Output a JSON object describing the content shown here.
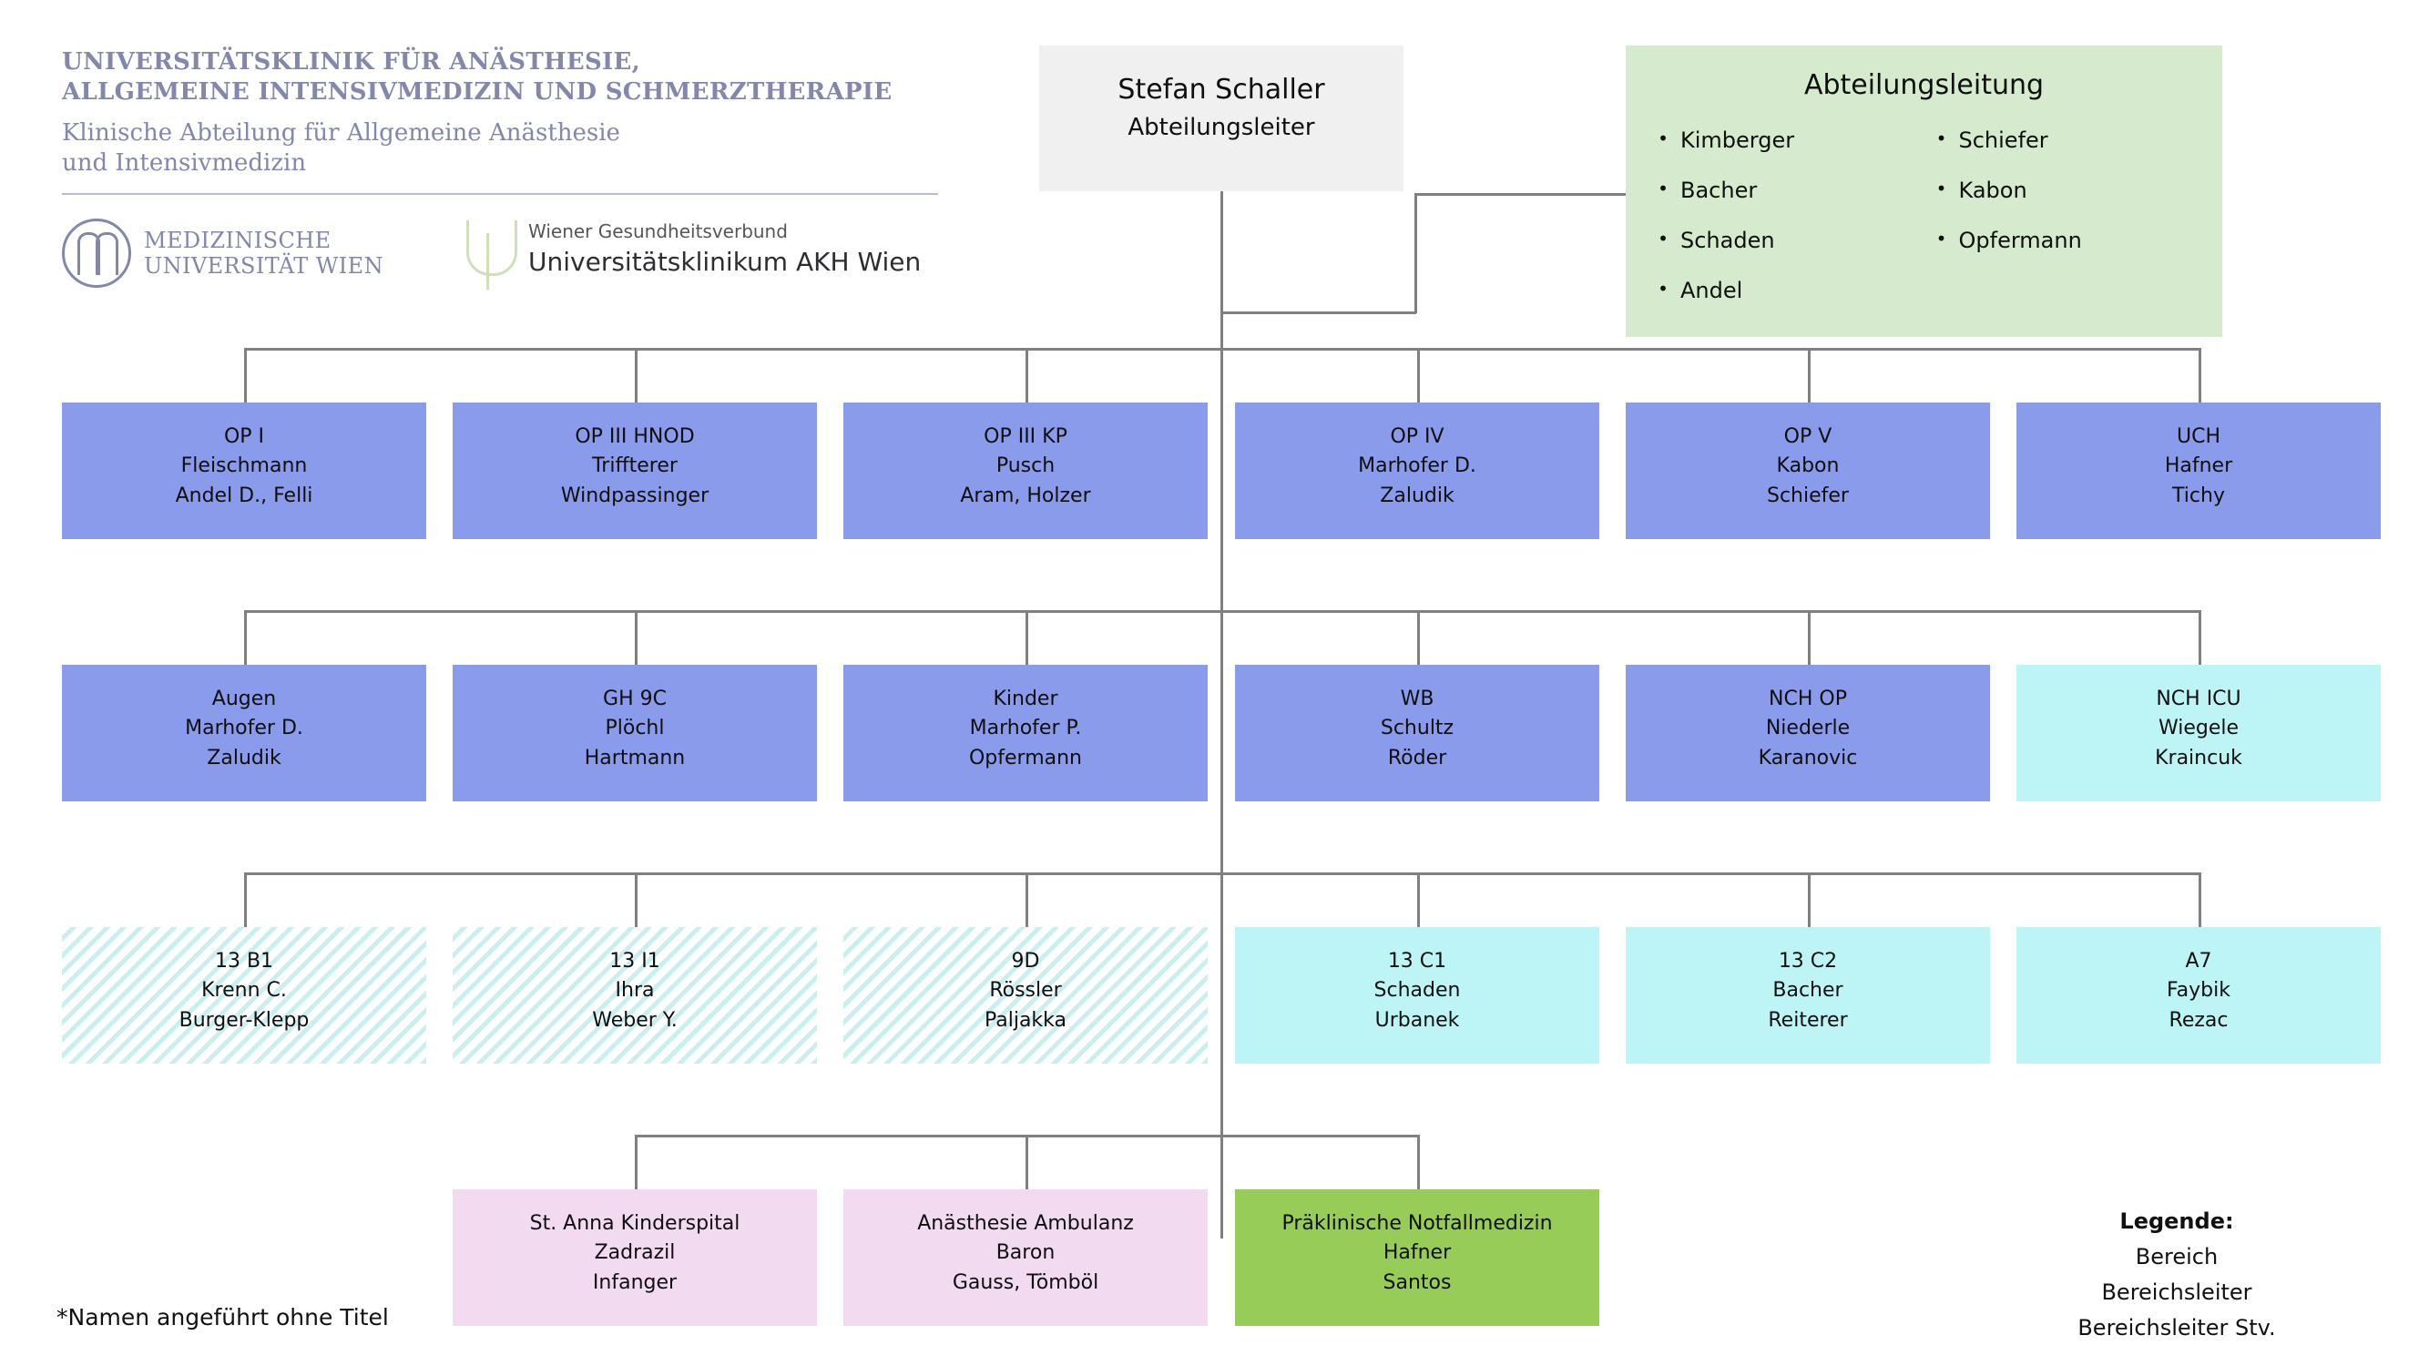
{
  "header": {
    "title_line1": "UNIVERSITÄTSKLINIK FÜR ANÄSTHESIE,",
    "title_line2": "ALLGEMEINE INTENSIVMEDIZIN UND SCHMERZTHERAPIE",
    "subtitle_line1": "Klinische Abteilung für Allgemeine Anästhesie",
    "subtitle_line2": "und Intensivmedizin",
    "logo_med_line1": "MEDIZINISCHE",
    "logo_med_line2": "UNIVERSITÄT WIEN",
    "logo_akh_line1": "Wiener Gesundheitsverbund",
    "logo_akh_line2": "Universitätsklinikum AKH Wien"
  },
  "root": {
    "name": "Stefan Schaller",
    "role": "Abteilungsleiter"
  },
  "leadership": {
    "title": "Abteilungsleitung",
    "bullet": "•",
    "column_left": [
      "Kimberger",
      "Bacher",
      "Schaden",
      "Andel"
    ],
    "column_right": [
      "Schiefer",
      "Kabon",
      "Opfermann"
    ]
  },
  "rows": [
    {
      "nodes": [
        {
          "area": "OP I",
          "leader": "Fleischmann",
          "deputy": "Andel D., Felli"
        },
        {
          "area": "OP III HNOD",
          "leader": "Triffterer",
          "deputy": "Windpassinger"
        },
        {
          "area": "OP III KP",
          "leader": "Pusch",
          "deputy": "Aram, Holzer"
        },
        {
          "area": "OP IV",
          "leader": "Marhofer D.",
          "deputy": "Zaludik"
        },
        {
          "area": "OP V",
          "leader": "Kabon",
          "deputy": "Schiefer"
        },
        {
          "area": "UCH",
          "leader": "Hafner",
          "deputy": "Tichy"
        }
      ]
    },
    {
      "nodes": [
        {
          "area": "Augen",
          "leader": "Marhofer D.",
          "deputy": "Zaludik"
        },
        {
          "area": "GH 9C",
          "leader": "Plöchl",
          "deputy": "Hartmann"
        },
        {
          "area": "Kinder",
          "leader": "Marhofer P.",
          "deputy": "Opfermann"
        },
        {
          "area": "WB",
          "leader": "Schultz",
          "deputy": "Röder"
        },
        {
          "area": "NCH OP",
          "leader": "Niederle",
          "deputy": "Karanovic"
        },
        {
          "area": "NCH ICU",
          "leader": "Wiegele",
          "deputy": "Kraincuk"
        }
      ]
    },
    {
      "nodes": [
        {
          "area": "13 B1",
          "leader": "Krenn C.",
          "deputy": "Burger-Klepp"
        },
        {
          "area": "13 I1",
          "leader": "Ihra",
          "deputy": "Weber Y."
        },
        {
          "area": "9D",
          "leader": "Rössler",
          "deputy": "Paljakka"
        },
        {
          "area": "13 C1",
          "leader": "Schaden",
          "deputy": "Urbanek"
        },
        {
          "area": "13 C2",
          "leader": "Bacher",
          "deputy": "Reiterer"
        },
        {
          "area": "A7",
          "leader": "Faybik",
          "deputy": "Rezac"
        }
      ]
    },
    {
      "nodes": [
        {
          "area": "St. Anna Kinderspital",
          "leader": "Zadrazil",
          "deputy": "Infanger"
        },
        {
          "area": "Anästhesie Ambulanz",
          "leader": "Baron",
          "deputy": "Gauss, Tömböl"
        },
        {
          "area": "Präklinische Notfallmedizin",
          "leader": "Hafner",
          "deputy": "Santos"
        }
      ]
    }
  ],
  "legend": {
    "title": "Legende:",
    "line1": "Bereich",
    "line2": "Bereichsleiter",
    "line3": "Bereichsleiter Stv."
  },
  "footnote": "*Namen angeführt ohne Titel",
  "colors": {
    "blue": "#8b9bec",
    "cyan": "#bdf5f7",
    "hatch_stripe": "#c9efef",
    "pink": "#f2daf0",
    "green": "#96cc57",
    "leadership_green": "#d6ebcd",
    "root_grey": "#f0f0f0",
    "connector": "#808080",
    "header_purple": "#8287ab"
  }
}
